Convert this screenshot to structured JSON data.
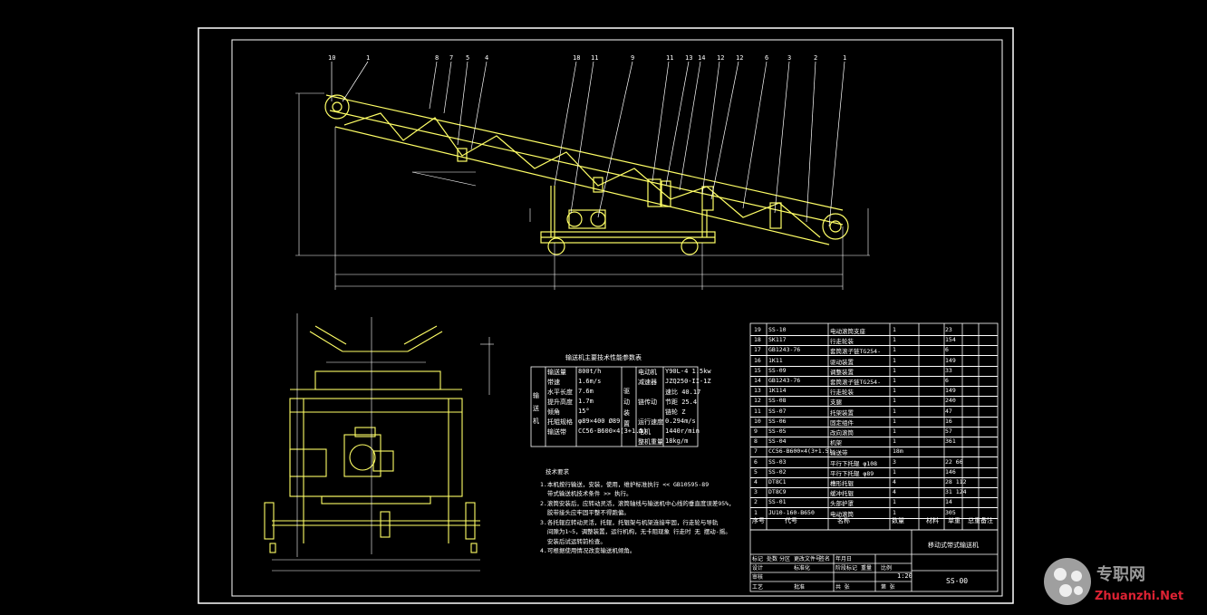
{
  "drawing": {
    "title_block_name": "移动式带式输送机",
    "title_block_code": "SS-00",
    "title_block_scale": "1:20",
    "title_block_labels": [
      "标记",
      "处数",
      "分区",
      "更改文件号",
      "签名",
      "年月日",
      "设计",
      "标准化",
      "审核",
      "工艺",
      "批准",
      "阶段标记",
      "重量",
      "比例",
      "共 张",
      "第 张"
    ],
    "balloons_top": [
      "10",
      "1",
      "8",
      "7",
      "5",
      "4",
      "18",
      "11",
      "9",
      "11",
      "13",
      "14",
      "12",
      "12",
      "6",
      "3",
      "2",
      "1"
    ]
  },
  "spec_table": {
    "title": "输送机主要技术性能参数表",
    "left_group": "输送机",
    "right_group": "驱动装置",
    "rows": [
      {
        "k": "输送量",
        "v": "800t/h",
        "k2": "电动机",
        "v2": "Y90L-4  1.5kw"
      },
      {
        "k": "带速",
        "v": "1.6m/s",
        "k2": "减速器",
        "v2": "JZQ250-II-1Z"
      },
      {
        "k": "水平长度",
        "v": "7.6m",
        "k2": "",
        "v2": "速比 40.17"
      },
      {
        "k": "提升高度",
        "v": "1.7m",
        "k2": "链传动",
        "v2": "节距 25.4"
      },
      {
        "k": "倾角",
        "v": "15°",
        "k2": "",
        "v2": "链轮 Z"
      },
      {
        "k": "托辊规格",
        "v": "φ89×400 Ø89",
        "k2": "运行速度",
        "v2": "0.294m/s"
      },
      {
        "k": "输送带",
        "v": "CC56-B600×4(3+1.5)",
        "k2": "电机",
        "v2": "1440r/min"
      },
      {
        "k": "",
        "v": "",
        "k2": "整机重量",
        "v2": "18kg/m"
      }
    ]
  },
  "tech_req": {
    "title": "技术要求",
    "lines": [
      "1.本机按行输送，安装，使用，维护标准执行 << GB10595-89",
      "  带式输送机技术条件 >> 执行。",
      "2.滚筒安装后，应转动灵活，滚筒轴线与输送机中心线的垂直度误差95%，",
      "  胶带接头应牢固平整不得跑偏。",
      "3.各托辊应转动灵活，托辊，托辊架与机架连接牢固，行走轮与导轨",
      "  间隙为1~5，调整装置，运行机构，无卡阻现象 行走时 无 摆动-摇。",
      "  安装后试运转前检查。",
      "4.可根据使用情况改变输送机倾角。"
    ]
  },
  "parts": {
    "header": [
      "序号",
      "代号",
      "名称",
      "数量",
      "材料",
      "单重",
      "总重",
      "备注"
    ],
    "rows": [
      {
        "no": "19",
        "code": "SS-10",
        "name": "电动滚筒支座",
        "qty": "1",
        "w": "23"
      },
      {
        "no": "18",
        "code": "SK117",
        "name": "行走轮装",
        "qty": "1",
        "w": "154"
      },
      {
        "no": "17",
        "code": "GB1243-76",
        "name": "套筒滚子链TG254-",
        "qty": "1",
        "w": "6"
      },
      {
        "no": "16",
        "code": "1K11",
        "name": "驱动装置",
        "qty": "1",
        "w": "149"
      },
      {
        "no": "15",
        "code": "SS-09",
        "name": "调整装置",
        "qty": "1",
        "w": "33"
      },
      {
        "no": "14",
        "code": "GB1243-76",
        "name": "套筒滚子链TG254-",
        "qty": "1",
        "w": "6"
      },
      {
        "no": "13",
        "code": "1K114",
        "name": "行走轮装",
        "qty": "1",
        "w": "149"
      },
      {
        "no": "12",
        "code": "SS-08",
        "name": "支腿",
        "qty": "1",
        "w": "240"
      },
      {
        "no": "11",
        "code": "SS-07",
        "name": "托架装置",
        "qty": "1",
        "w": "47"
      },
      {
        "no": "10",
        "code": "SS-06",
        "name": "固定组件",
        "qty": "1",
        "w": "16"
      },
      {
        "no": "9",
        "code": "SS-05",
        "name": "改向滚筒",
        "qty": "1",
        "w": "57"
      },
      {
        "no": "8",
        "code": "SS-04",
        "name": "机架",
        "qty": "1",
        "w": "361"
      },
      {
        "no": "7",
        "code": "CC56-B600×4(3+1.5)",
        "name": "输送带",
        "qty": "18m",
        "w": ""
      },
      {
        "no": "6",
        "code": "SS-03",
        "name": "平行下托辊 φ108",
        "qty": "3",
        "w": "22  66"
      },
      {
        "no": "5",
        "code": "SS-02",
        "name": "平行下托辊 φ89",
        "qty": "1",
        "w": "146"
      },
      {
        "no": "4",
        "code": "DT8C1",
        "name": "槽形托辊",
        "qty": "4",
        "w": "28  112"
      },
      {
        "no": "3",
        "code": "DT8C9",
        "name": "缓冲托辊",
        "qty": "4",
        "w": "31  124"
      },
      {
        "no": "2",
        "code": "SS-01",
        "name": "头部护罩",
        "qty": "1",
        "w": "14"
      },
      {
        "no": "1",
        "code": "JU10-160-B650",
        "name": "电动滚筒",
        "qty": "1",
        "w": "305"
      }
    ]
  },
  "watermark": {
    "text": "专职网",
    "url": "Zhuanzhi.Net"
  },
  "colors": {
    "bg": "#000000",
    "frame": "#ffffff",
    "structure": "#ffff66",
    "dimension": "#ffffff",
    "table": "#ffffff"
  }
}
